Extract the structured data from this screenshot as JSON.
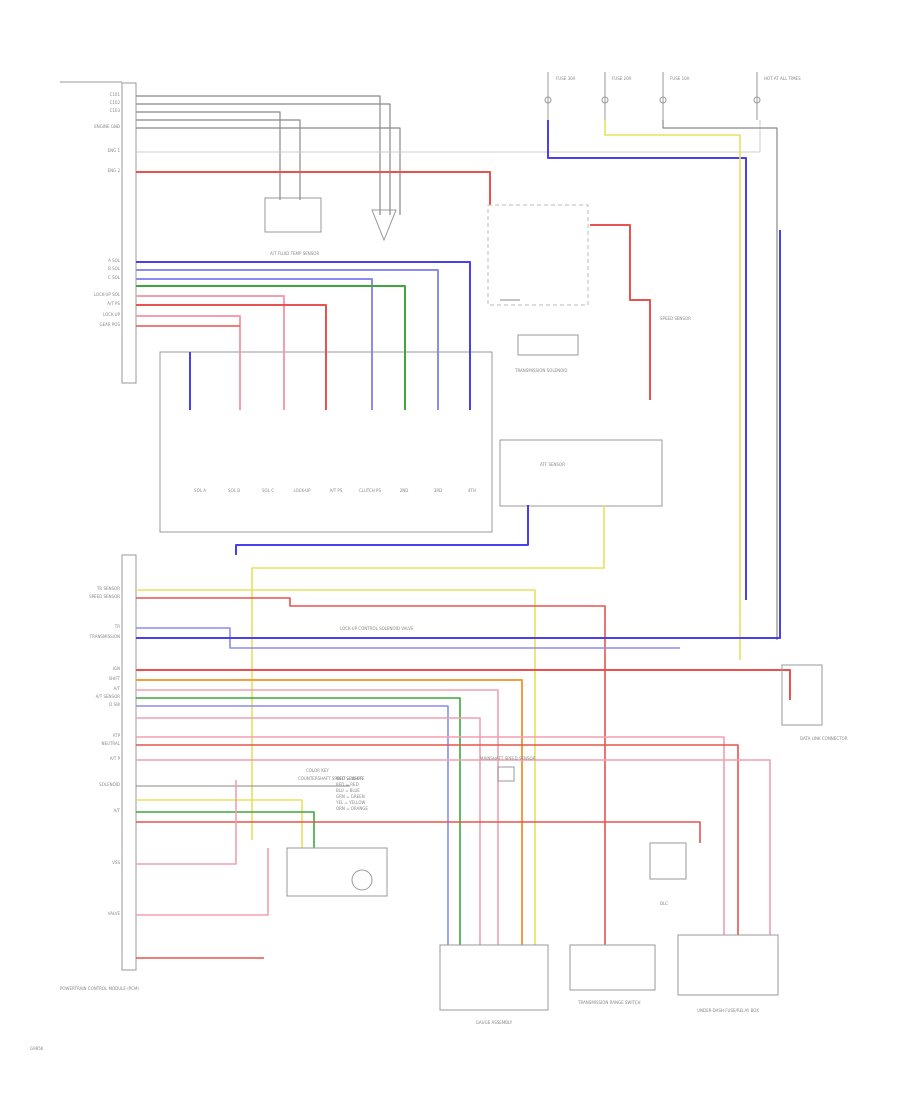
{
  "diagram": {
    "page_code": "G9856",
    "ecm_caption": "POWERTRAIN CONTROL MODULE (PCM)",
    "top_left_connectors": [
      "C101",
      "C102",
      "C103",
      "ENGINE GND",
      "ENG 1",
      "ENG 2"
    ],
    "mid_left_connectors": [
      "A SOL",
      "B SOL",
      "C SOL",
      "LOCK-UP SOL",
      "A/T PS",
      "LOCK-UP",
      "GEAR POS"
    ],
    "lower_left_connectors": [
      "TR SENSOR",
      "SPEED SENSOR",
      "TR",
      "TRANSMISSION",
      "IGN",
      "SHIFT",
      "A/T",
      "A/T SENSOR",
      "D SW",
      "ATP",
      "NEUTRAL",
      "A/T P",
      "SOLENOID",
      "A/T",
      "VSS",
      "VALVE"
    ],
    "top_fuses": [
      "FUSE 30A",
      "FUSE 20A",
      "FUSE 10A",
      "HOT AT ALL TIMES"
    ],
    "ecm_labels": [
      "SOL A",
      "SOL B",
      "SOL C",
      "LOCK-UP",
      "A/T PS",
      "CLUTCH PS",
      "2ND",
      "3RD",
      "4TH"
    ],
    "components": {
      "atf_temp": "A/T FLUID TEMP SENSOR",
      "trans_solenoid": "TRANSMISSION SOLENOID",
      "atf_sensor_box": "ATF SENSOR",
      "speed_sensor": "SPEED SENSOR",
      "mainshaft_sensor": "MAINSHAFT SPEED SENSOR",
      "countershaft_sensor": "COUNTERSHAFT SPEED SENSOR",
      "range_switch": "TRANSMISSION RANGE SWITCH",
      "gauge_assembly": "GAUGE ASSEMBLY",
      "dash_fuse_box": "UNDER-DASH FUSE/RELAY BOX",
      "data_link": "DATA LINK CONNECTOR",
      "dlc": "DLC",
      "lockup_solenoid": "LOCK-UP CONTROL SOLENOID VALVE"
    },
    "legend": {
      "key_title": "COLOR KEY",
      "items": [
        "WHT = WHITE",
        "RED = RED",
        "BLU = BLUE",
        "GRN = GREEN",
        "YEL = YELLOW",
        "ORN = ORANGE"
      ]
    },
    "colors": {
      "red": "#e8534f",
      "pink": "#f0a0b0",
      "blue": "#4a3ff0",
      "lavender": "#8c8cf0",
      "green": "#3fa63f",
      "yellow": "#e8e060",
      "orange": "#f0a040",
      "gray": "#888888",
      "black": "#222222"
    }
  }
}
